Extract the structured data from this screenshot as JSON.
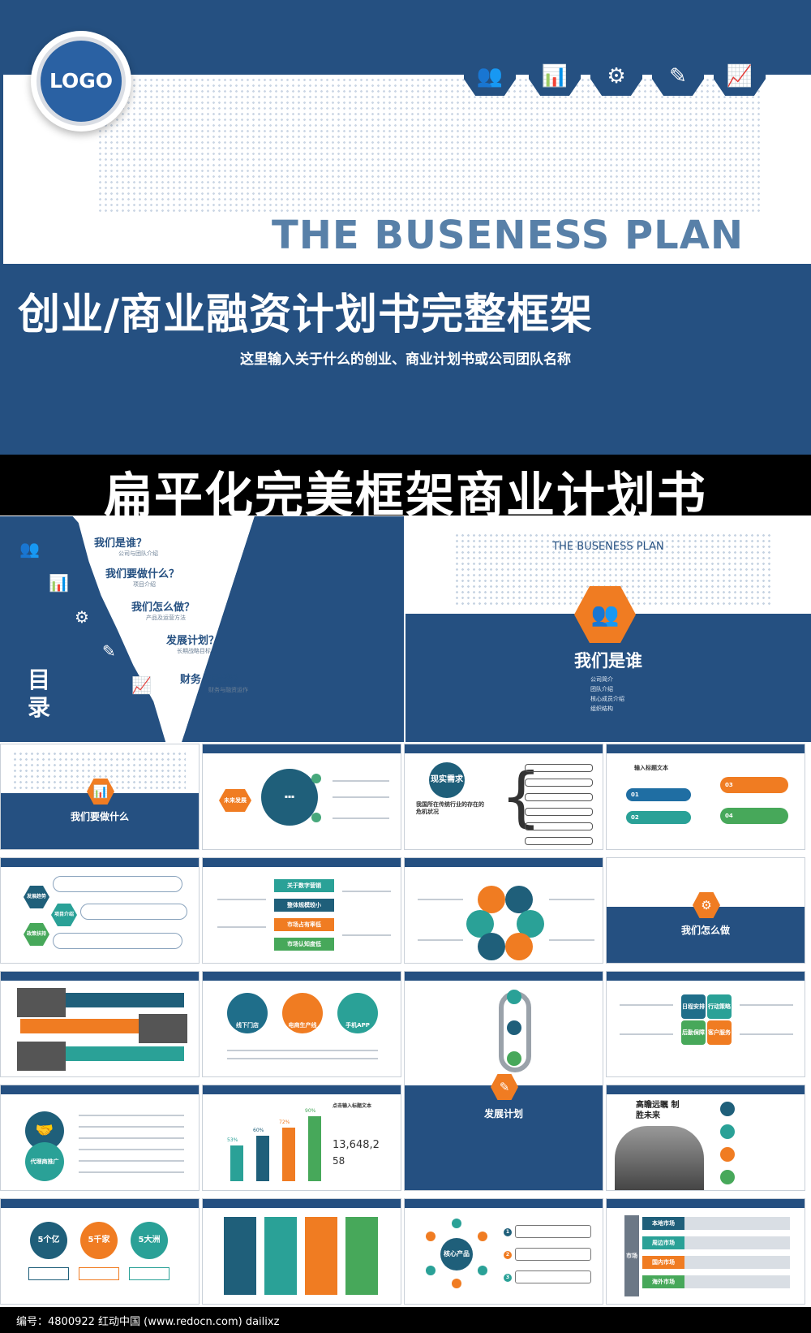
{
  "hero": {
    "logo_text": "LOGO",
    "plan_title": "THE BUSENESS PLAN",
    "main_title": "创业/商业融资计划书完整框架",
    "subtitle": "这里输入关于什么的创业、商业计划书或公司团队名称",
    "icons": [
      "team-icon",
      "presentation-icon",
      "gear-person-icon",
      "document-edit-icon",
      "growth-chart-icon"
    ]
  },
  "banner": {
    "text": "扁平化完美框架商业计划书"
  },
  "toc": {
    "label": "目录",
    "items": [
      {
        "q": "我们是谁？",
        "s": "公司与团队介绍"
      },
      {
        "q": "我们要做什么？",
        "s": "项目介绍"
      },
      {
        "q": "我们怎么做？",
        "s": "产品及运营方法"
      },
      {
        "q": "发展计划？",
        "s": "长期战略目标"
      },
      {
        "q": "财务与融资？",
        "s": "财务与融资运作"
      }
    ]
  },
  "who": {
    "plan_title": "THE BUSENESS PLAN",
    "section_title": "我们是谁",
    "items": [
      "公司简介",
      "团队介绍",
      "核心成员介绍",
      "组织结构"
    ]
  },
  "thumbs": {
    "s1_title": "我们要做什么",
    "s2_center": "未来发展",
    "s3_title": "现实需求",
    "s3_text": "我国所在传统行业的存在的危机状况",
    "s4_label": "输入标题文本",
    "s4_nums": [
      "01",
      "02",
      "03",
      "04"
    ],
    "s5_hex": [
      "发展趋势",
      "项目介绍",
      "政策扶持"
    ],
    "s6_arrows": [
      "关于数字营销",
      "整体规模较小",
      "市场占有率低",
      "市场认知度低"
    ],
    "s8_title": "我们怎么做",
    "s10_circles": [
      "线下门店",
      "电商生产线",
      "手机APP"
    ],
    "s12_boxes": [
      "日程安排",
      "行动策略",
      "后勤保障",
      "客户服务"
    ],
    "s13_circle": "代理商推广",
    "s14_pcts": [
      "53%",
      "60%",
      "72%",
      "90%"
    ],
    "s14_label": "点击输入标题文本",
    "s14_big": "13,648,2",
    "s14_small": "58",
    "s15_title": "发展计划",
    "s16_title": "高瞻远瞩 制胜未来",
    "s17_circles": [
      "5个亿",
      "5千家",
      "5大洲"
    ],
    "s19_center": "核心产品",
    "s19_nums": [
      "1",
      "2",
      "3"
    ],
    "s20_side": "市场",
    "s20_rows": [
      "本地市场",
      "周边市场",
      "国内市场",
      "海外市场"
    ]
  },
  "footer": {
    "text": "编号：4800922   红动中国 (www.redocn.com)   dailixz"
  }
}
